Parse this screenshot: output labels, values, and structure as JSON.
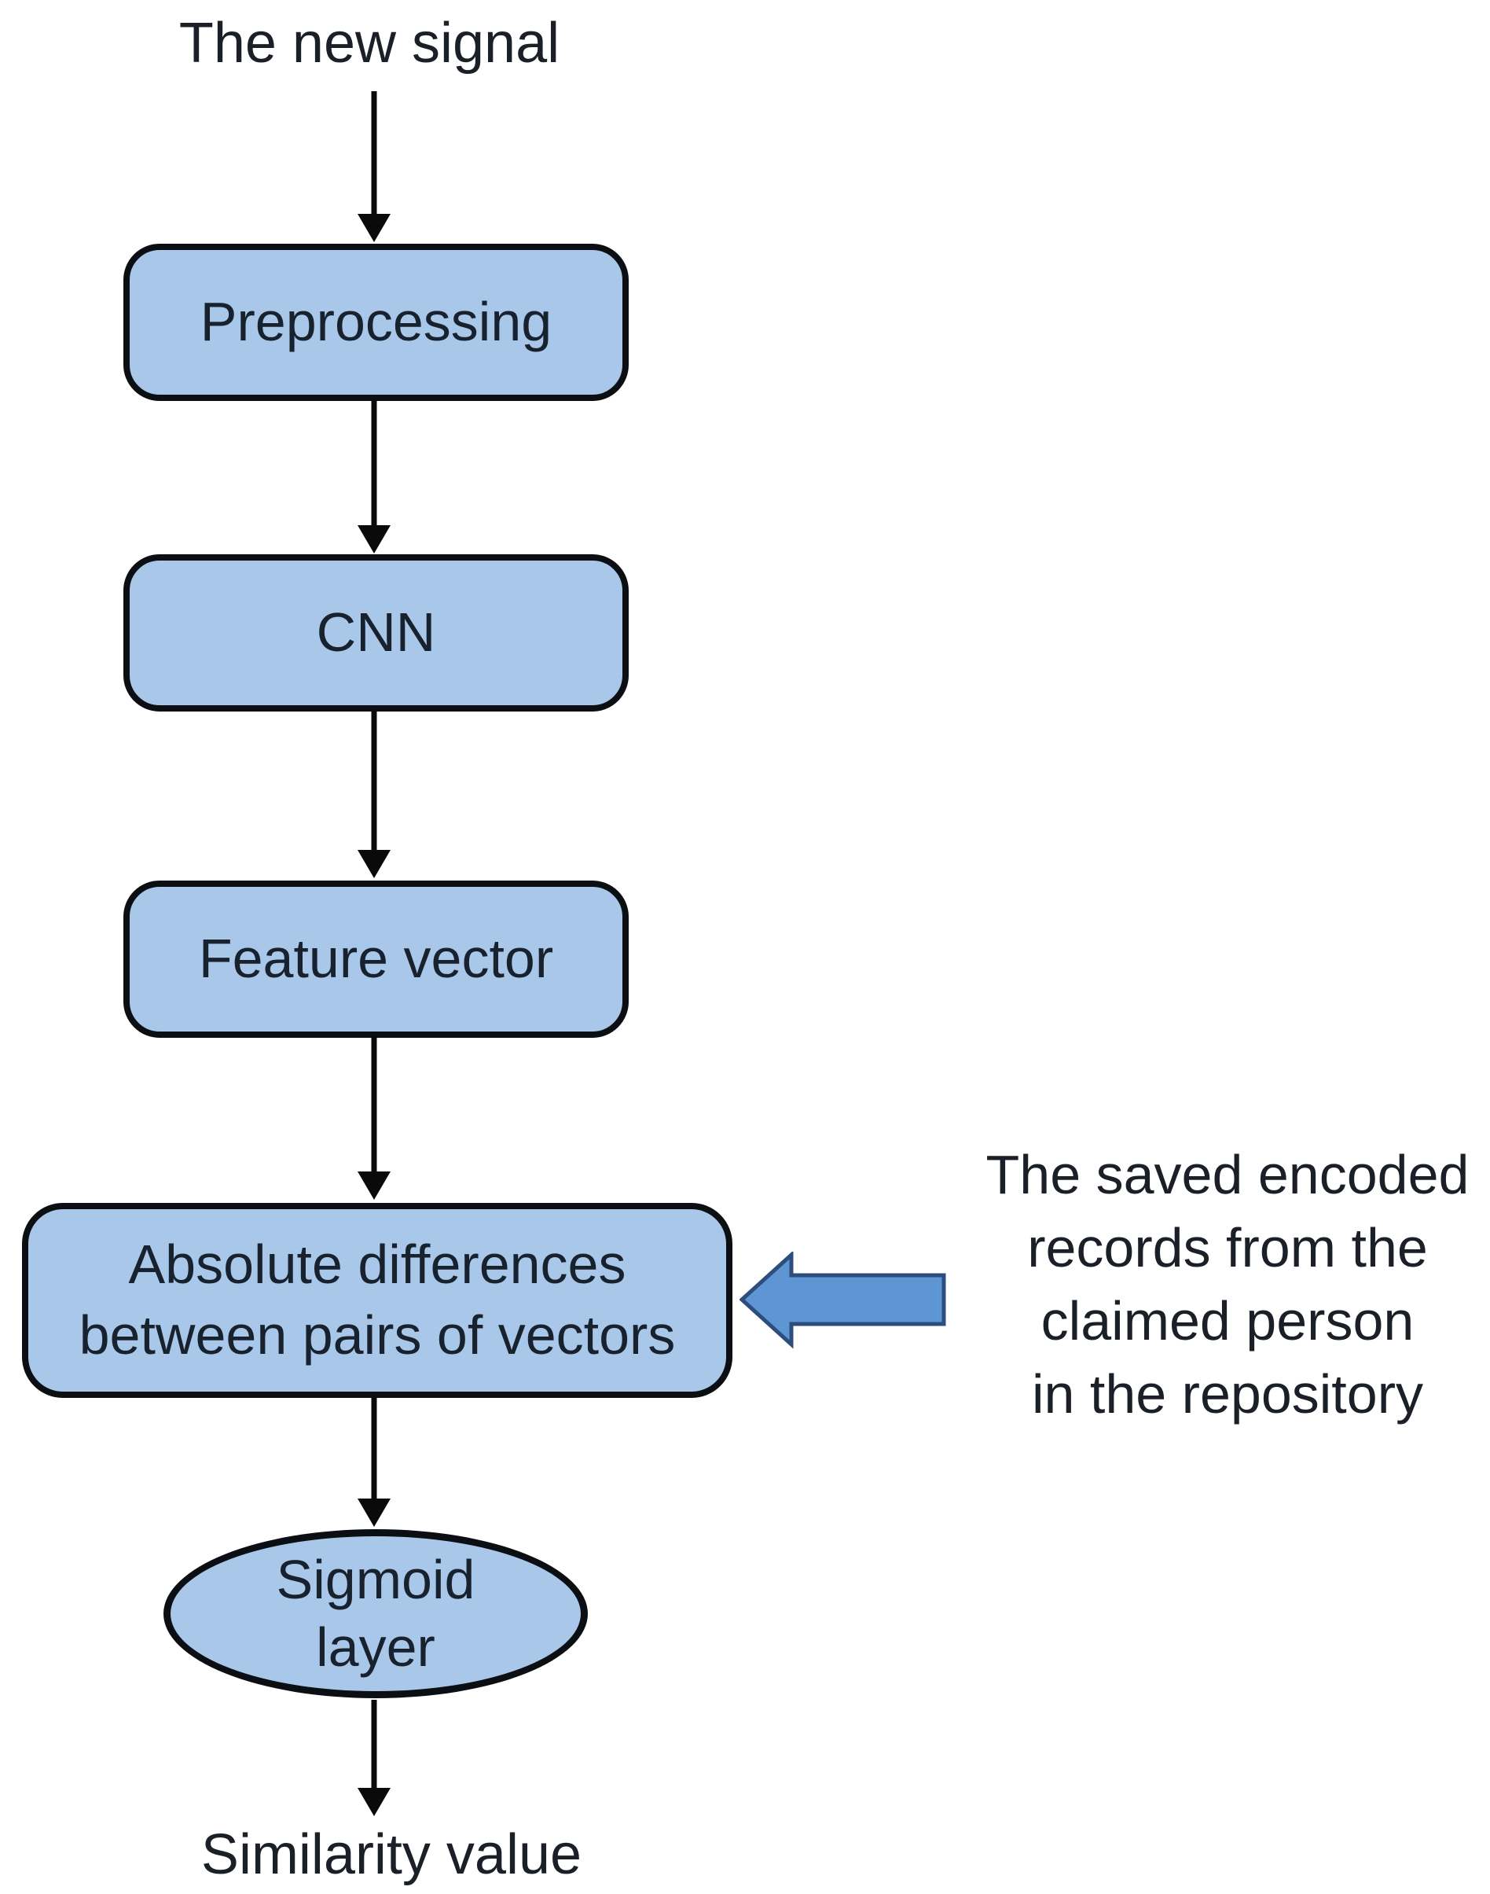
{
  "diagram": {
    "title": "The new signal",
    "nodes": [
      {
        "label": "Preprocessing",
        "shape": "rounded-rect"
      },
      {
        "label": "CNN",
        "shape": "rounded-rect"
      },
      {
        "label": "Feature vector",
        "shape": "rounded-rect"
      },
      {
        "shape": "rounded-rect",
        "line1": "Absolute differences",
        "line2": "between pairs of vectors"
      },
      {
        "shape": "ellipse",
        "line1": "Sigmoid",
        "line2": "layer"
      }
    ],
    "result_label": "Similarity value",
    "annotation": {
      "line1": "The saved encoded",
      "line2": "records from the",
      "line3": "claimed person",
      "line4": "in the repository"
    },
    "colors": {
      "node_fill": "#a9c7e8",
      "node_border": "#0b0e12",
      "node_text": "#18222f",
      "text_color": "#1a1f28",
      "connector_color": "#0a0a0a",
      "arrow_fill": "#5e95d3",
      "arrow_border": "#2d4d7c"
    }
  }
}
